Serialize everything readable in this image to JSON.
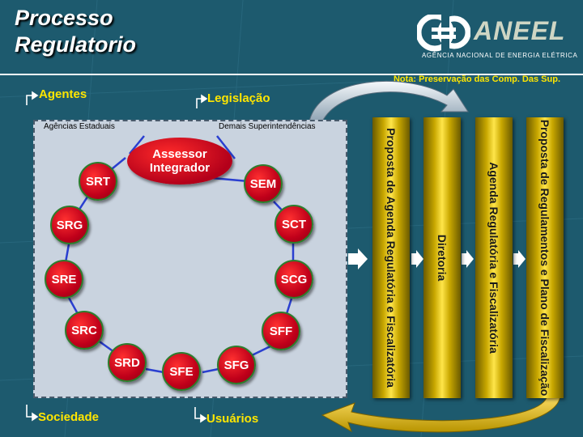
{
  "header": {
    "title_line1": "Processo",
    "title_line2": "Regulatorio",
    "logo_name": "ANEEL",
    "logo_subtitle": "AGÊNCIA NACIONAL DE ENERGIA ELÉTRICA"
  },
  "note": "Nota: Preservação das Comp. Das Sup.",
  "labels": {
    "agentes": "Agentes",
    "legislacao": "Legislação",
    "sociedade": "Sociedade",
    "usuarios": "Usuários"
  },
  "panel": {
    "left_caption": "Agências Estaduais",
    "right_caption": "Demais Superintendências",
    "center": "Assessor Integrador",
    "nodes": [
      "SRT",
      "SEM",
      "SRG",
      "SCT",
      "SRE",
      "SCG",
      "SRC",
      "SFF",
      "SRD",
      "SFG",
      "SFE"
    ]
  },
  "columns": [
    "Proposta de Agenda Regulatória e Fiscalizatória",
    "Diretoria",
    "Agenda Regulatória e Fiscalizatória",
    "Proposta de Regulamentos e Plano de Fiscalização"
  ],
  "colors": {
    "background": "#1d5a6e",
    "accent": "#ffe600",
    "node": "#c0001a",
    "panel": "#c9d3df"
  }
}
